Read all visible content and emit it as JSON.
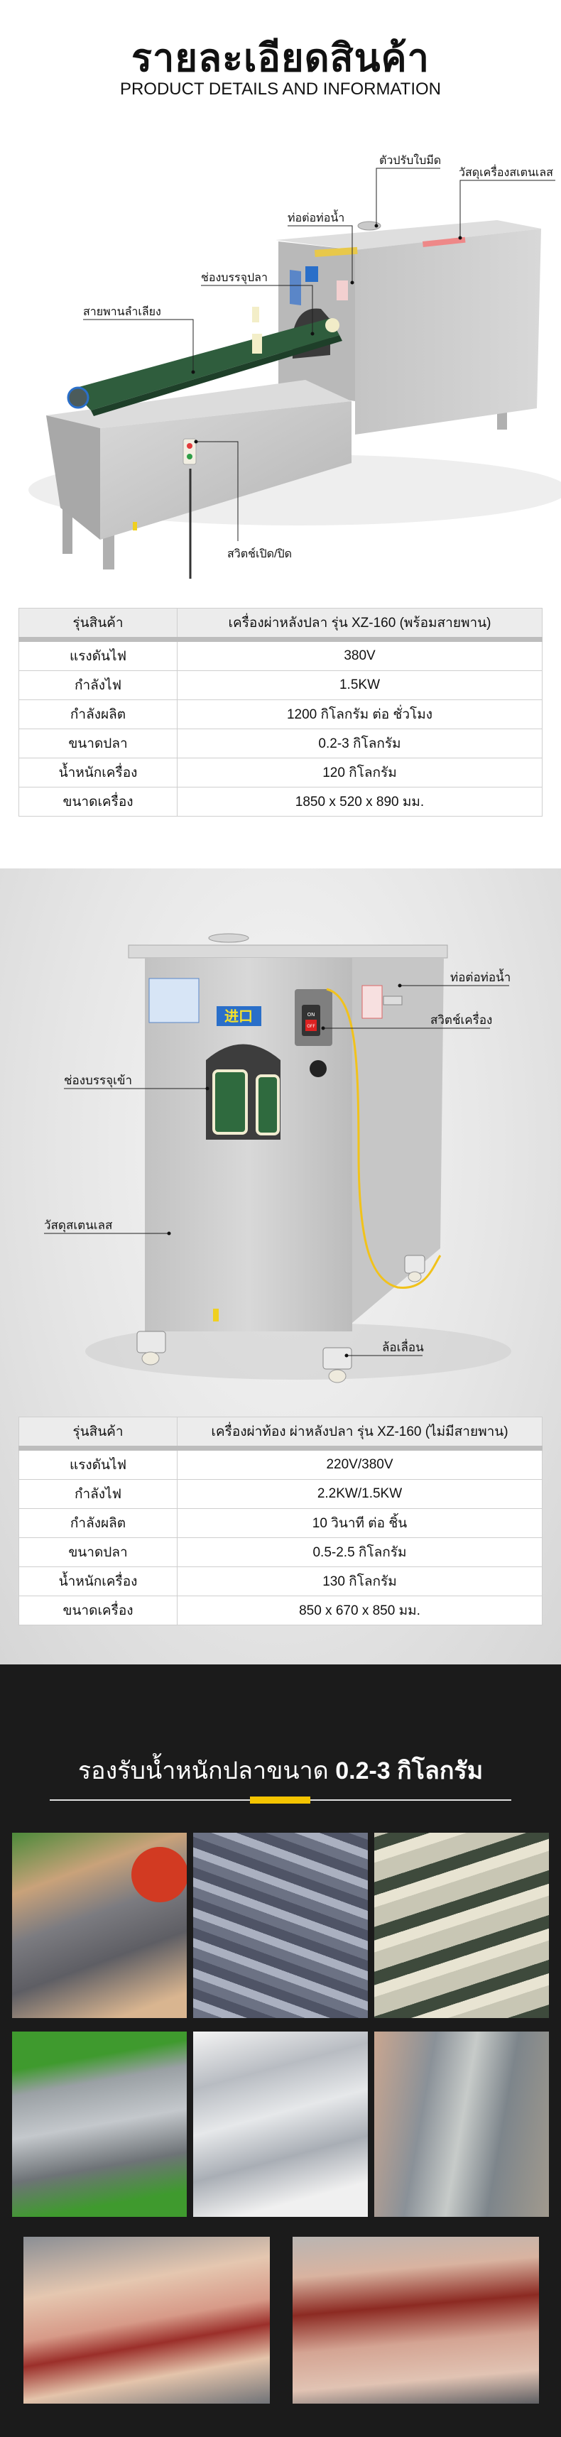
{
  "header": {
    "title_th": "รายละเอียดสินค้า",
    "title_en": "PRODUCT DETAILS AND INFORMATION"
  },
  "machine1": {
    "labels": {
      "blade_adjuster": "ตัวปรับใบมีด",
      "stainless_body": "วัสดุเครื่องสเตนเลส",
      "water_pipe": "ท่อต่อท่อน้ำ",
      "fish_inlet": "ช่องบรรจุปลา",
      "conveyor_belt": "สายพานลำเลียง",
      "power_switch": "สวิตช์เปิด/ปิด"
    }
  },
  "table1": {
    "header": {
      "key": "รุ่นสินค้า",
      "value": "เครื่องผ่าหลังปลา รุ่น XZ-160 (พร้อมสายพาน)"
    },
    "rows": [
      {
        "key": "แรงดันไฟ",
        "value": "380V"
      },
      {
        "key": "กำลังไฟ",
        "value": "1.5KW"
      },
      {
        "key": "กำลังผลิต",
        "value": "1200 กิโลกรัม ต่อ ชั่วโมง"
      },
      {
        "key": "ขนาดปลา",
        "value": "0.2-3 กิโลกรัม"
      },
      {
        "key": "น้ำหนักเครื่อง",
        "value": "120 กิโลกรัม"
      },
      {
        "key": "ขนาดเครื่อง",
        "value": "1850 x 520 x 890 มม."
      }
    ]
  },
  "machine2": {
    "inlet_sign": "进口",
    "switch_on": "ON",
    "switch_off": "OFF",
    "labels": {
      "water_pipe": "ท่อต่อท่อน้ำ",
      "machine_switch": "สวิตช์เครื่อง",
      "inlet": "ช่องบรรจุเข้า",
      "stainless": "วัสดุสเตนเลส",
      "wheels": "ล้อเลื่อน"
    }
  },
  "table2": {
    "header": {
      "key": "รุ่นสินค้า",
      "value": "เครื่องผ่าท้อง ผ่าหลังปลา รุ่น XZ-160 (ไม่มีสายพาน)"
    },
    "rows": [
      {
        "key": "แรงดันไฟ",
        "value": "220V/380V"
      },
      {
        "key": "กำลังไฟ",
        "value": "2.2KW/1.5KW"
      },
      {
        "key": "กำลังผลิต",
        "value": "10 วินาที ต่อ ชิ้น"
      },
      {
        "key": "ขนาดปลา",
        "value": "0.5-2.5 กิโลกรัม"
      },
      {
        "key": "น้ำหนักเครื่อง",
        "value": "130 กิโลกรัม"
      },
      {
        "key": "ขนาดเครื่อง",
        "value": "850 x 670 x 850 มม."
      }
    ]
  },
  "fish_section": {
    "title_prefix": "รองรับน้ำหนักปลาขนาด",
    "title_value": "0.2-3 กิโลกรัม",
    "accent_color": "#f4c400"
  }
}
